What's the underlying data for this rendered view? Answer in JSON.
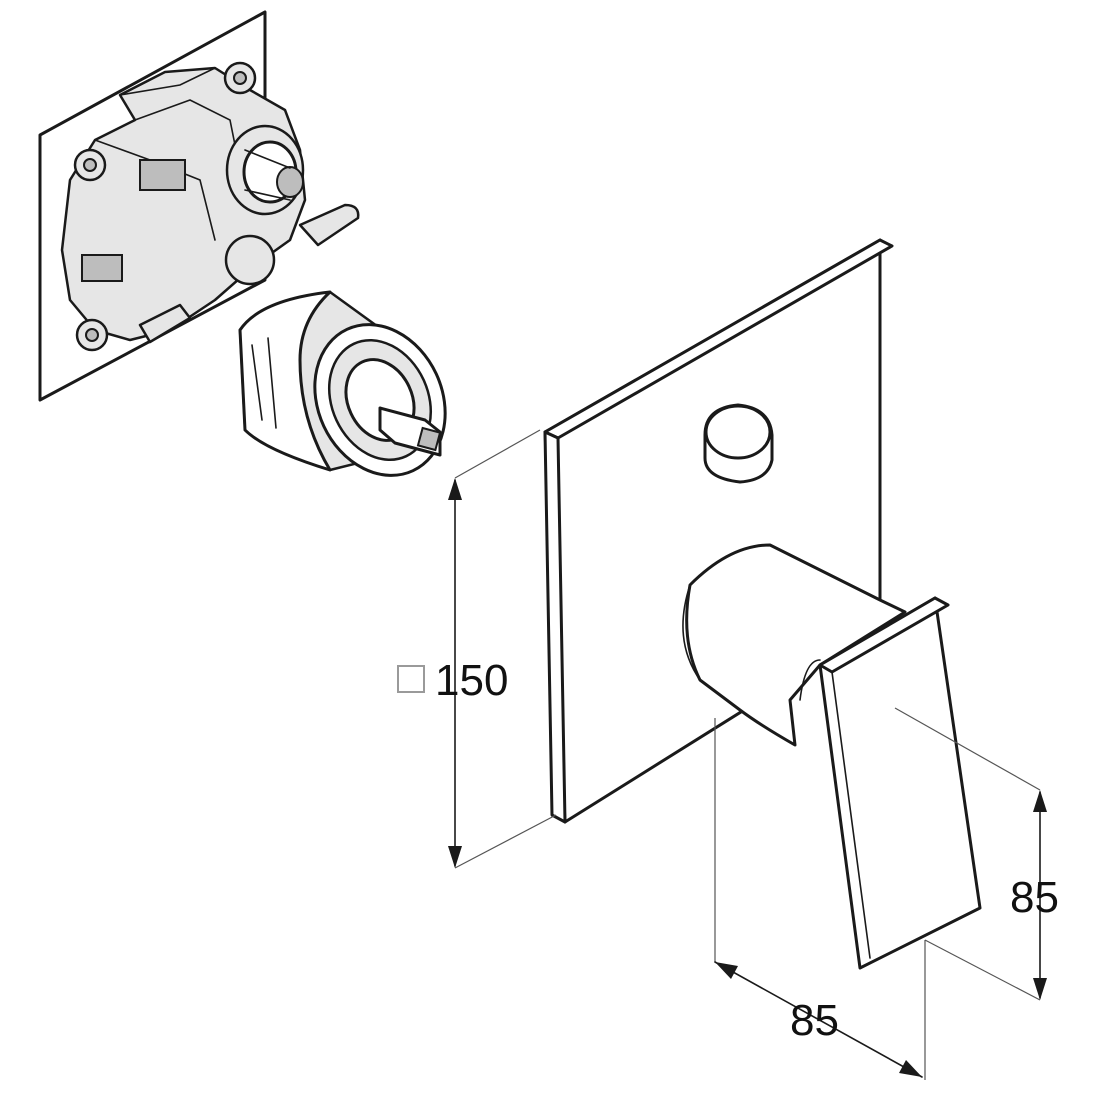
{
  "dimensions": {
    "plate_size": {
      "symbol": "square-symbol",
      "value": "150"
    },
    "handle_height": {
      "value": "85"
    },
    "handle_projection": {
      "value": "85"
    }
  },
  "colors": {
    "line": "#1a1a1a",
    "fill_light": "#e6e6e6",
    "fill_mid": "#bdbdbd",
    "background": "#ffffff"
  }
}
